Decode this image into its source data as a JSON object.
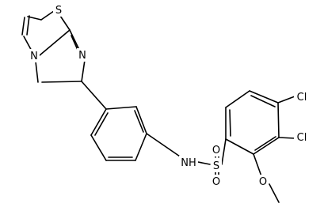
{
  "molecule": {
    "atoms": {
      "S_thiazole": "S",
      "N_bridge": "N",
      "N_imine": "N",
      "Cl_4": "Cl",
      "Cl_3": "Cl",
      "NH": "NH",
      "S_sulfonyl": "S",
      "O_top": "O",
      "O_bottom": "O",
      "O_methoxy": "O"
    }
  }
}
